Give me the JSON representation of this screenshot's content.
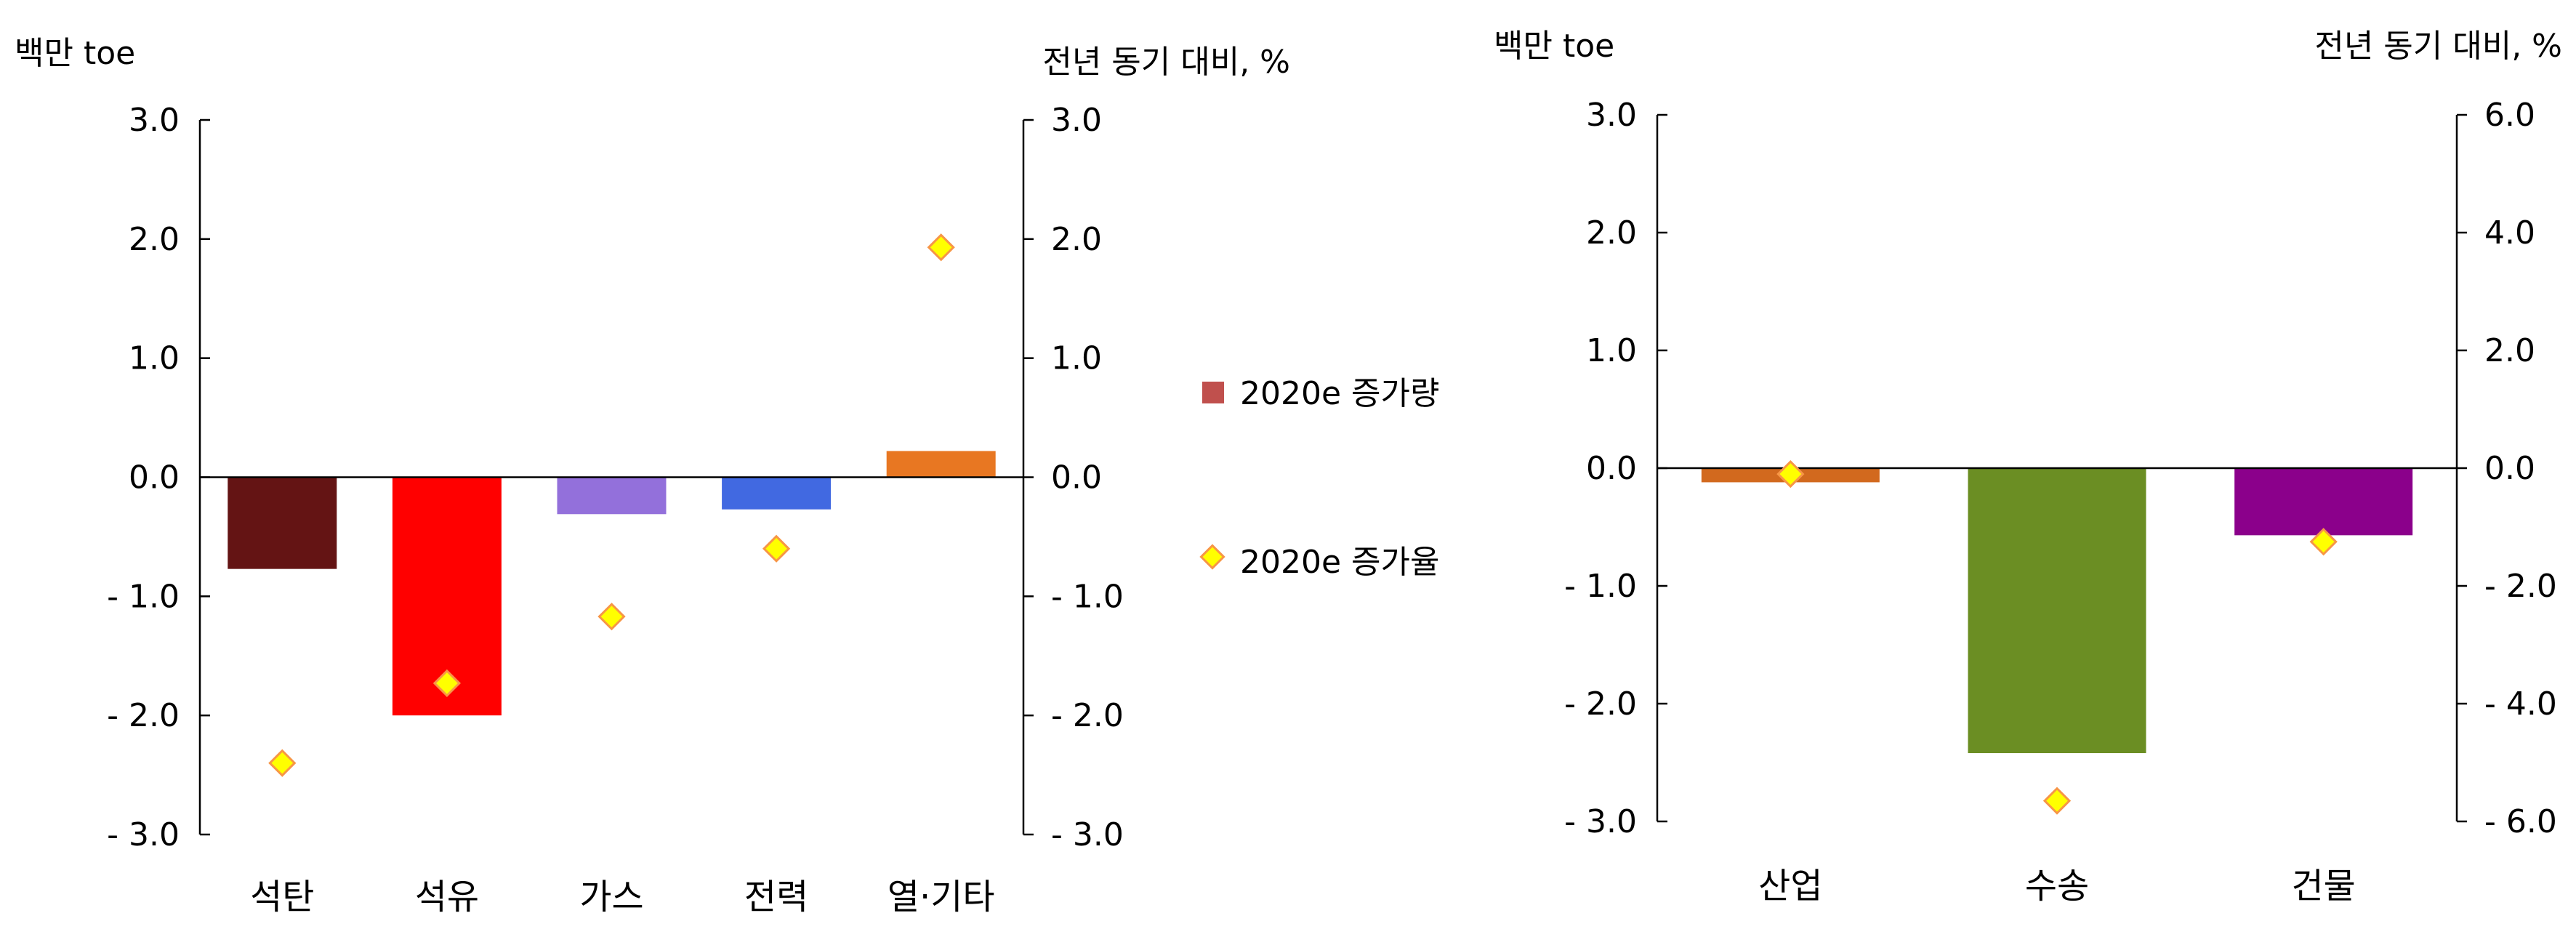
{
  "legend": {
    "bar_label": "2020e 증가량",
    "marker_label": "2020e 증가율",
    "bar_swatch_color": "#C0504D",
    "marker_fill": "#FFFF00",
    "marker_stroke": "#F79646"
  },
  "chart_data": [
    {
      "type": "bar",
      "ylabel_left": "백만 toe",
      "ylabel_right": "전년 동기 대비, %",
      "categories": [
        "석탄",
        "석유",
        "가스",
        "전력",
        "열·기타"
      ],
      "ylim_left": [
        -3.0,
        3.0
      ],
      "ylim_right": [
        -3.0,
        3.0
      ],
      "yticks_left": [
        3.0,
        2.0,
        1.0,
        0.0,
        -1.0,
        -2.0,
        -3.0
      ],
      "yticks_right": [
        3.0,
        2.0,
        1.0,
        0.0,
        -1.0,
        -2.0,
        -3.0
      ],
      "ytick_labels_left": [
        "3.0",
        "2.0",
        "1.0",
        "0.0",
        "- 1.0",
        "- 2.0",
        "- 3.0"
      ],
      "ytick_labels_right": [
        "3.0",
        "2.0",
        "1.0",
        "0.0",
        "- 1.0",
        "- 2.0",
        "- 3.0"
      ],
      "series": [
        {
          "name": "2020e 증가량",
          "axis": "left",
          "kind": "bar",
          "values": [
            -0.77,
            -2.0,
            -0.31,
            -0.27,
            0.22
          ],
          "colors": [
            "#641414",
            "#FF0000",
            "#9370DB",
            "#4169E1",
            "#E87722"
          ]
        },
        {
          "name": "2020e 증가율",
          "axis": "right",
          "kind": "marker",
          "values": [
            -2.4,
            -1.73,
            -1.17,
            -0.6,
            1.93
          ]
        }
      ]
    },
    {
      "type": "bar",
      "ylabel_left": "백만 toe",
      "ylabel_right": "전년 동기 대비, %",
      "categories": [
        "산업",
        "수송",
        "건물"
      ],
      "ylim_left": [
        -3.0,
        3.0
      ],
      "ylim_right": [
        -6.0,
        6.0
      ],
      "yticks_left": [
        3.0,
        2.0,
        1.0,
        0.0,
        -1.0,
        -2.0,
        -3.0
      ],
      "yticks_right": [
        6.0,
        4.0,
        2.0,
        0.0,
        -2.0,
        -4.0,
        -6.0
      ],
      "ytick_labels_left": [
        "3.0",
        "2.0",
        "1.0",
        "0.0",
        "- 1.0",
        "- 2.0",
        "- 3.0"
      ],
      "ytick_labels_right": [
        "6.0",
        "4.0",
        "2.0",
        "0.0",
        "- 2.0",
        "- 4.0",
        "- 6.0"
      ],
      "series": [
        {
          "name": "2020e 증가량",
          "axis": "left",
          "kind": "bar",
          "values": [
            -0.12,
            -2.42,
            -0.57
          ],
          "colors": [
            "#D2691E",
            "#6B8E23",
            "#8B008B"
          ]
        },
        {
          "name": "2020e 증가율",
          "axis": "right",
          "kind": "marker",
          "values": [
            -0.1,
            -5.65,
            -1.25
          ]
        }
      ]
    }
  ]
}
